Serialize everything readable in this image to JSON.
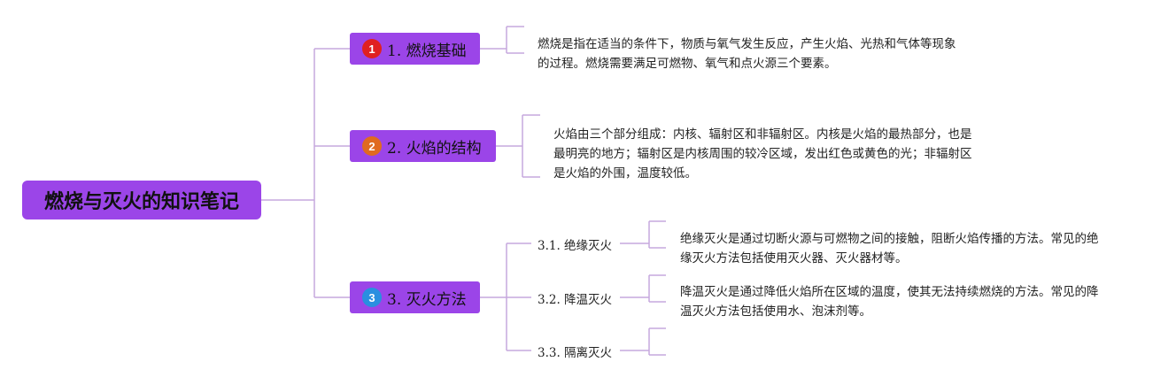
{
  "root": {
    "title": "燃烧与灭火的知识笔记"
  },
  "colors": {
    "node": "#9b45e8",
    "line": "#c6a8de",
    "badge1": "#e02020",
    "badge2": "#e06a20",
    "badge3": "#2a8fe0"
  },
  "branches": [
    {
      "badge": "1",
      "label": "1. 燃烧基础",
      "note": [
        "燃烧是指在适当的条件下，物质与氧气发生反应，产生火焰、光热和气体等现象",
        "的过程。燃烧需要满足可燃物、氧气和点火源三个要素。"
      ]
    },
    {
      "badge": "2",
      "label": "2. 火焰的结构",
      "note": [
        "火焰由三个部分组成：内核、辐射区和非辐射区。内核是火焰的最热部分，也是",
        "最明亮的地方；辐射区是内核周围的较冷区域，发出红色或黄色的光；非辐射区",
        "是火焰的外围，温度较低。"
      ]
    },
    {
      "badge": "3",
      "label": "3. 灭火方法",
      "children": [
        {
          "label": "3.1. 绝缘灭火",
          "note": [
            "绝缘灭火是通过切断火源与可燃物之间的接触，阻断火焰传播的方法。常见的绝",
            "缘灭火方法包括使用灭火器、灭火器材等。"
          ]
        },
        {
          "label": "3.2. 降温灭火",
          "note": [
            "降温灭火是通过降低火焰所在区域的温度，使其无法持续燃烧的方法。常见的降",
            "温灭火方法包括使用水、泡沫剂等。"
          ]
        },
        {
          "label": "3.3. 隔离灭火",
          "note": []
        }
      ]
    }
  ]
}
